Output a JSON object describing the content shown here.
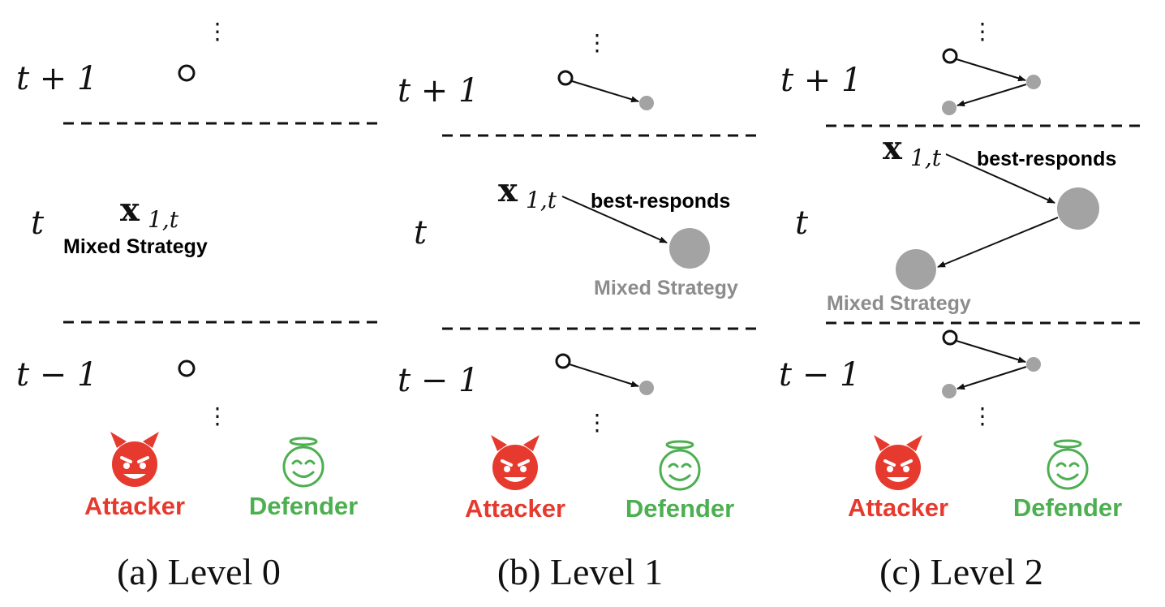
{
  "panels": [
    {
      "caption": "(a) Level 0",
      "row_labels": {
        "top": "t + 1",
        "mid": "t",
        "bot": "t − 1"
      },
      "x_sym": "x",
      "x_sub": "1,t",
      "center_label": "Mixed Strategy",
      "best_responds": "",
      "mixed_label": "",
      "attacker": "Attacker",
      "defender": "Defender"
    },
    {
      "caption": "(b) Level 1",
      "row_labels": {
        "top": "t + 1",
        "mid": "t",
        "bot": "t − 1"
      },
      "x_sym": "x",
      "x_sub": "1,t",
      "center_label": "",
      "best_responds": "best-responds",
      "mixed_label": "Mixed Strategy",
      "attacker": "Attacker",
      "defender": "Defender"
    },
    {
      "caption": "(c) Level 2",
      "row_labels": {
        "top": "t + 1",
        "mid": "t",
        "bot": "t − 1"
      },
      "x_sym": "x",
      "x_sub": "1,t",
      "center_label": "",
      "best_responds": "best-responds",
      "mixed_label": "Mixed Strategy",
      "attacker": "Attacker",
      "defender": "Defender"
    }
  ],
  "ellipsis": "⋮",
  "colors": {
    "attacker": "#e63a2e",
    "defender": "#4caf50",
    "node_gray": "#a3a3a3",
    "mixed_gray": "#8c8c8c",
    "line": "#111111"
  },
  "icons": {
    "attacker": "devil-face-icon",
    "defender": "angel-face-icon"
  }
}
